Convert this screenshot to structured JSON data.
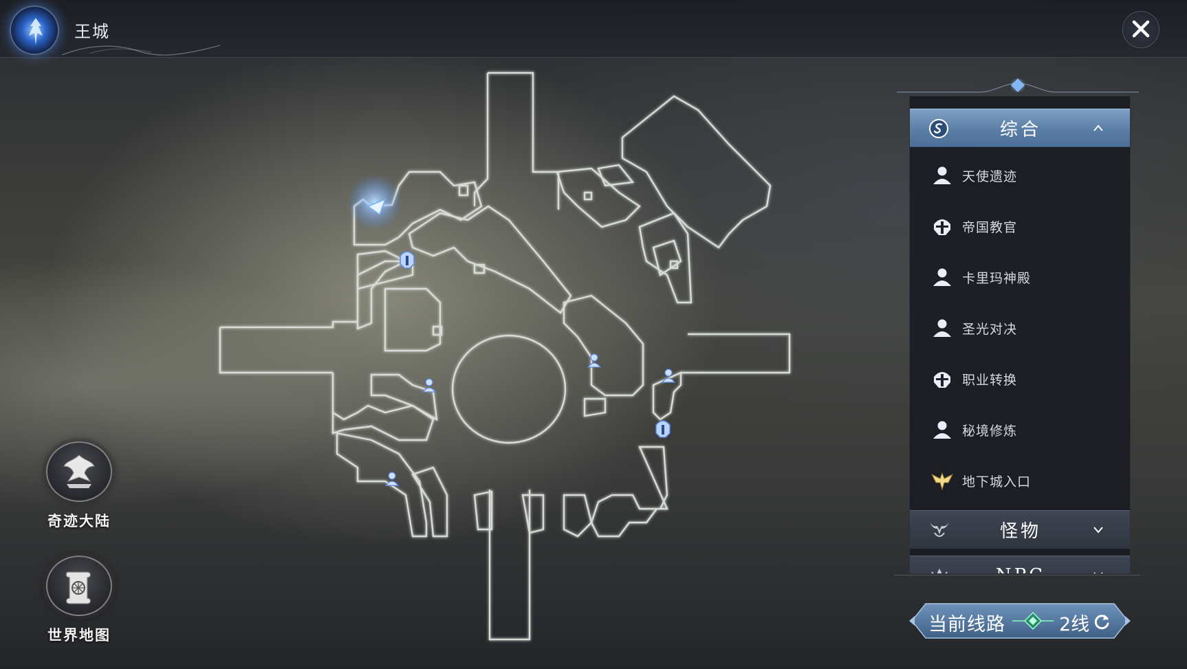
{
  "header": {
    "city_name": "王城"
  },
  "left_nav": {
    "continent_label": "奇迹大陆",
    "world_map_label": "世界地图"
  },
  "panel": {
    "categories": [
      {
        "label": "综合",
        "expanded": true,
        "items": [
          {
            "label": "天使遗迹",
            "icon": "person-icon"
          },
          {
            "label": "帝国教官",
            "icon": "helmet-icon"
          },
          {
            "label": "卡里玛神殿",
            "icon": "person-icon"
          },
          {
            "label": "圣光对决",
            "icon": "person-icon"
          },
          {
            "label": "职业转换",
            "icon": "helmet-icon"
          },
          {
            "label": "秘境修炼",
            "icon": "person-icon"
          },
          {
            "label": "地下城入口",
            "icon": "winged-emblem-icon"
          }
        ]
      },
      {
        "label": "怪物",
        "expanded": false
      },
      {
        "label": "NPC",
        "expanded": false
      }
    ]
  },
  "line": {
    "label": "当前线路",
    "value": "2线"
  },
  "colors": {
    "accent_blue": "#5b7ea6",
    "map_outline": "#d8dcd6",
    "marker_blue": "#8fb8ff"
  }
}
